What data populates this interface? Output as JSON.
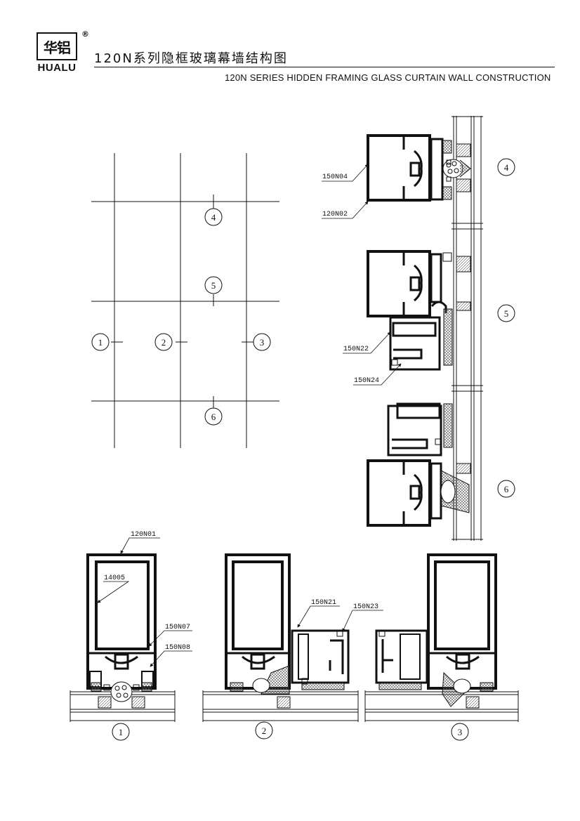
{
  "header": {
    "logo_cn": "华铝",
    "logo_en": "HUALU",
    "logo_mark": "®",
    "title_cn": "120N系列隐框玻璃幕墙结构图",
    "title_en": "120N SERIES HIDDEN FRAMING GLASS CURTAIN WALL CONSTRUCTION"
  },
  "detail_markers": [
    "1",
    "2",
    "3",
    "4",
    "5",
    "6"
  ],
  "part_labels": {
    "p150N04": "150N04",
    "p120N02": "120N02",
    "p150N22": "150N22",
    "p150N24": "150N24",
    "p120N01": "120N01",
    "p14005": "14005",
    "p150N07": "150N07",
    "p150N08": "150N08",
    "p150N21": "150N21",
    "p150N23": "150N23"
  },
  "colors": {
    "line": "#111111",
    "hatch": "#555555",
    "background": "#ffffff"
  }
}
